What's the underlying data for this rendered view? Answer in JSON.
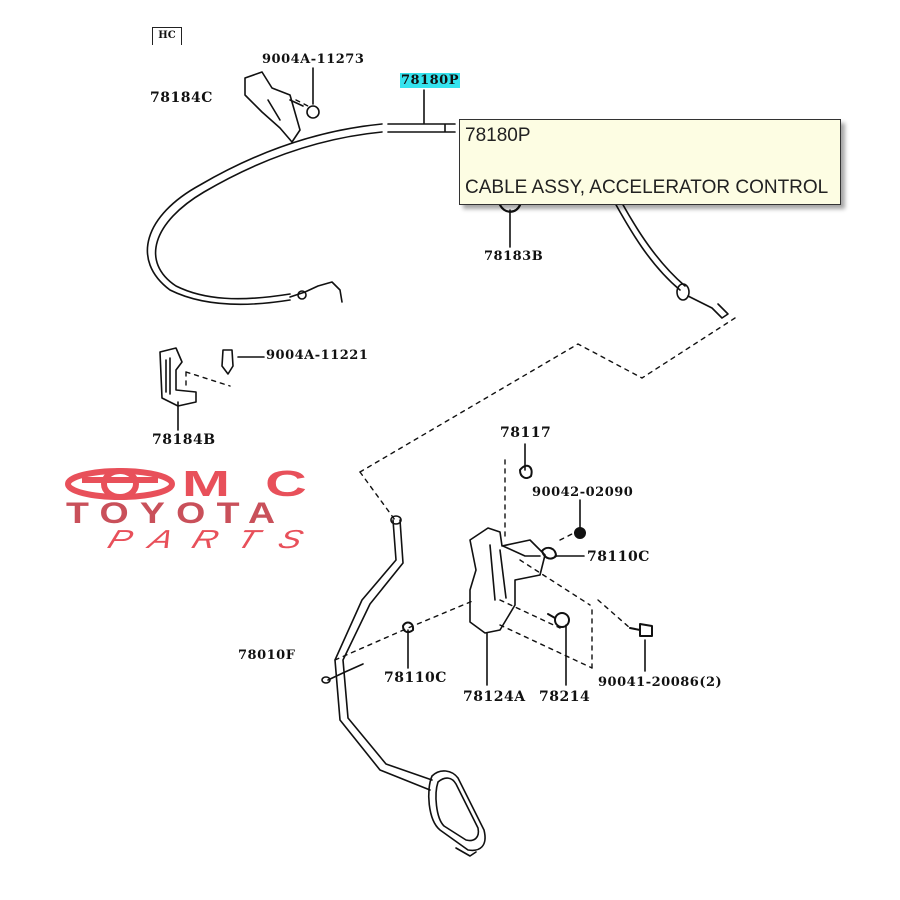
{
  "diagram": {
    "section_code": "HC",
    "highlight_color": "#35e3ee",
    "selected_part": "78180P",
    "parts": [
      {
        "id": "p-90044-11273",
        "number": "9004A-11273"
      },
      {
        "id": "p-78180p",
        "number": "78180P"
      },
      {
        "id": "p-78184c",
        "number": "78184C"
      },
      {
        "id": "p-78183b",
        "number": "78183B"
      },
      {
        "id": "p-90044-11221",
        "number": "9004A-11221"
      },
      {
        "id": "p-78184b",
        "number": "78184B"
      },
      {
        "id": "p-78117",
        "number": "78117"
      },
      {
        "id": "p-90042-02090",
        "number": "90042-02090"
      },
      {
        "id": "p-78110c-a",
        "number": "78110C"
      },
      {
        "id": "p-78010f",
        "number": "78010F"
      },
      {
        "id": "p-78110c-b",
        "number": "78110C"
      },
      {
        "id": "p-78124a",
        "number": "78124A"
      },
      {
        "id": "p-78214",
        "number": "78214"
      },
      {
        "id": "p-90041-20086",
        "number": "90041-20086(2)"
      }
    ]
  },
  "tooltip": {
    "part_number": "78180P",
    "description": "CABLE ASSY, ACCELERATOR CONTROL"
  },
  "watermark": {
    "line1": "MC",
    "line2": "TOYOTA",
    "line3": "PARTS",
    "colors": {
      "primary": "#e8505a",
      "secondary": "#c9505a"
    }
  }
}
